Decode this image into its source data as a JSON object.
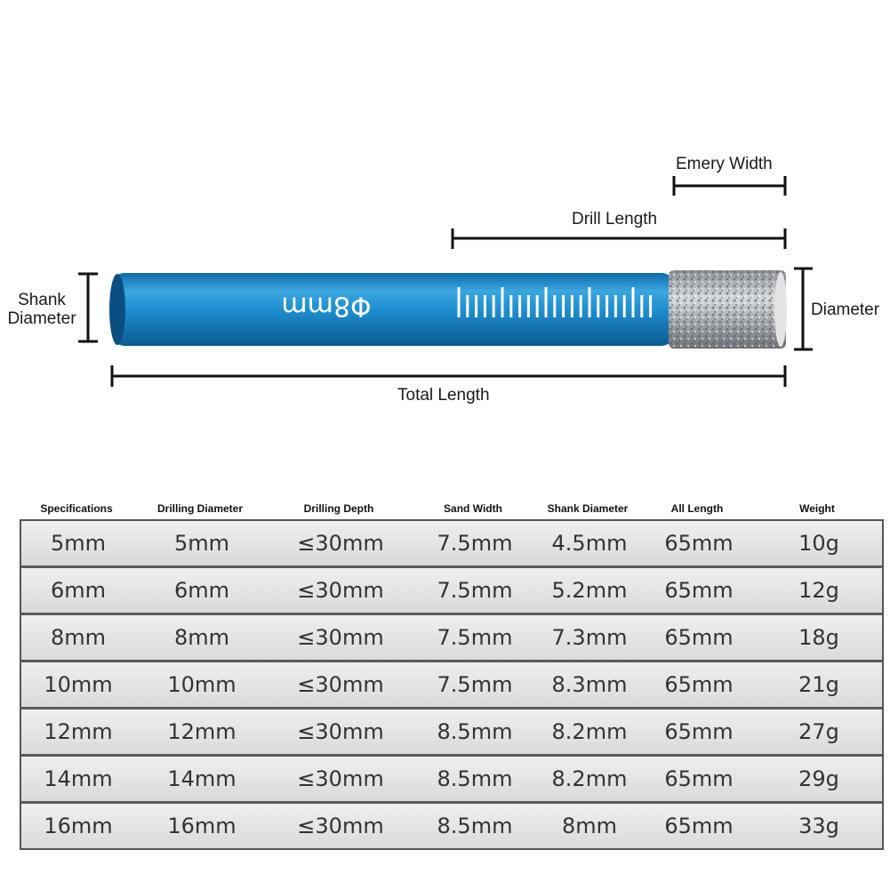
{
  "diagram": {
    "shank_marking": "Φ8mm",
    "labels": {
      "emery_width": "Emery Width",
      "drill_length": "Drill Length",
      "shank_diameter": "Shank\nDiameter",
      "diameter": "Diameter",
      "total_length": "Total Length"
    },
    "colors": {
      "shank_blue": "#1f8fd0",
      "shank_highlight": "#5cc0ee",
      "tip_gray": "#a9adb2",
      "marking_white": "#ffffff"
    }
  },
  "table": {
    "headers": [
      "Specifications",
      "Drilling Diameter",
      "Drilling Depth",
      "Sand Width",
      "Shank Diameter",
      "All Length",
      "Weight"
    ],
    "rows": [
      [
        "5mm",
        "5mm",
        "≤30mm",
        "7.5mm",
        "4.5mm",
        "65mm",
        "10g"
      ],
      [
        "6mm",
        "6mm",
        "≤30mm",
        "7.5mm",
        "5.2mm",
        "65mm",
        "12g"
      ],
      [
        "8mm",
        "8mm",
        "≤30mm",
        "7.5mm",
        "7.3mm",
        "65mm",
        "18g"
      ],
      [
        "10mm",
        "10mm",
        "≤30mm",
        "7.5mm",
        "8.3mm",
        "65mm",
        "21g"
      ],
      [
        "12mm",
        "12mm",
        "≤30mm",
        "8.5mm",
        "8.2mm",
        "65mm",
        "27g"
      ],
      [
        "14mm",
        "14mm",
        "≤30mm",
        "8.5mm",
        "8.2mm",
        "65mm",
        "29g"
      ],
      [
        "16mm",
        "16mm",
        "≤30mm",
        "8.5mm",
        "8mm",
        "65mm",
        "33g"
      ]
    ]
  }
}
